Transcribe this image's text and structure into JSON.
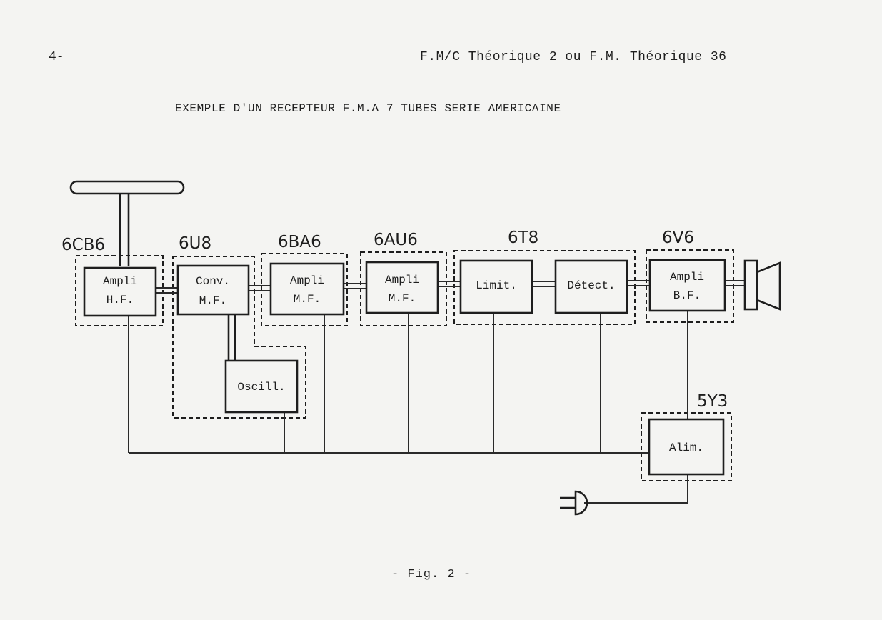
{
  "header": {
    "page_number": "4-",
    "running_title": "F.M/C Théorique 2  ou  F.M. Théorique 36"
  },
  "title": "EXEMPLE D'UN RECEPTEUR F.M.A 7 TUBES SERIE AMERICAINE",
  "tubes": [
    "6CB6",
    "6U8",
    "6BA6",
    "6AU6",
    "6T8",
    "6V6",
    "5Y3"
  ],
  "blocks": {
    "ampli_hf": [
      "Ampli",
      "H.F."
    ],
    "conv_mf": [
      "Conv.",
      "M.F."
    ],
    "oscill": [
      "Oscill."
    ],
    "ampli_mf_1": [
      "Ampli",
      "M.F."
    ],
    "ampli_mf_2": [
      "Ampli",
      "M.F."
    ],
    "limit": [
      "Limit."
    ],
    "detect": [
      "Détect."
    ],
    "ampli_bf": [
      "Ampli",
      "B.F."
    ],
    "alim": [
      "Alim."
    ]
  },
  "caption": "- Fig. 2 -"
}
